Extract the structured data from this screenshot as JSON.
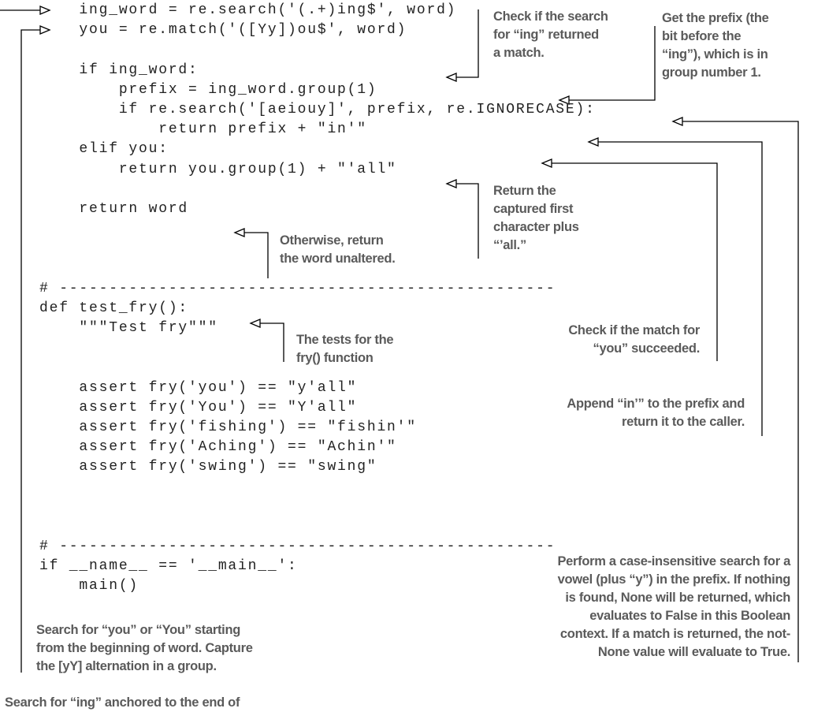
{
  "code": {
    "lines": [
      "    ing_word = re.search('(.+)ing$', word)",
      "    you = re.match('([Yy])ou$', word)",
      "",
      "    if ing_word:",
      "        prefix = ing_word.group(1)",
      "        if re.search('[aeiouy]', prefix, re.IGNORECASE):",
      "            return prefix + \"in'\"",
      "    elif you:",
      "        return you.group(1) + \"'all\"",
      "",
      "    return word",
      "",
      "",
      "",
      "# --------------------------------------------------",
      "def test_fry():",
      "    \"\"\"Test fry\"\"\"",
      "",
      "",
      "    assert fry('you') == \"y'all\"",
      "    assert fry('You') == \"Y'all\"",
      "    assert fry('fishing') == \"fishin'\"",
      "    assert fry('Aching') == \"Achin'\"",
      "    assert fry('swing') == \"swing\"",
      "",
      "",
      "",
      "# --------------------------------------------------",
      "if __name__ == '__main__':",
      "    main()"
    ]
  },
  "annotations": {
    "check_search": [
      "Check if the search",
      "for “ing” returned",
      "a match."
    ],
    "get_prefix": [
      "Get the prefix (the",
      "bit before the",
      "“ing”), which is in",
      "group number 1."
    ],
    "return_captured": [
      "Return the",
      "captured first",
      "character plus",
      "“’all.”"
    ],
    "otherwise": [
      "Otherwise, return",
      "the word unaltered."
    ],
    "tests": [
      "The tests for the",
      "fry() function"
    ],
    "check_you": [
      "Check if the match for",
      "“you” succeeded."
    ],
    "append_in": [
      "Append “in’” to the prefix and",
      "return it to the caller."
    ],
    "perform_search": [
      "Perform a case-insensitive search for a",
      "vowel (plus “y”) in the prefix. If nothing",
      "is found, None will be returned, which",
      "evaluates to False in this Boolean",
      "context. If a match is returned, the not-",
      "None value will evaluate to True."
    ],
    "search_you": [
      "Search for “you” or “You” starting",
      "from the beginning of word. Capture",
      "the [yY] alternation in a group."
    ],
    "search_ing": [
      "Search for “ing” anchored to the end of"
    ]
  },
  "colors": {
    "annotation_text": "#5a5a5a",
    "code_text": "#222222",
    "callout_line": "#000000"
  }
}
